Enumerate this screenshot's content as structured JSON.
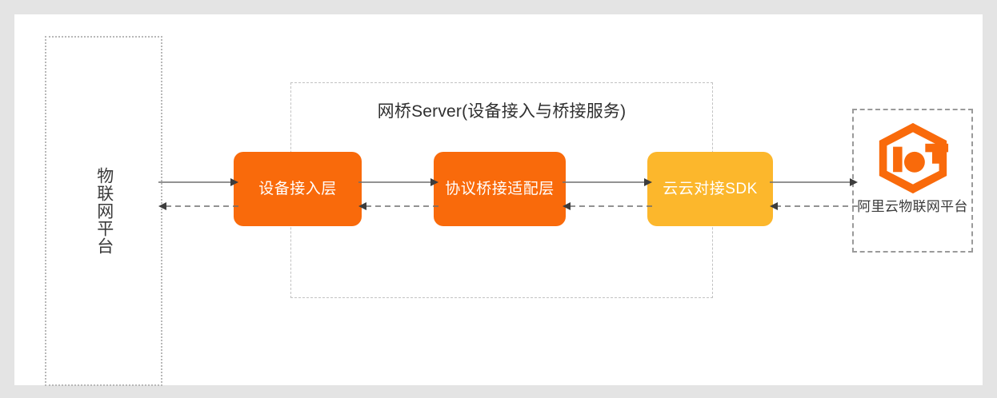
{
  "diagram": {
    "title": "网桥Server(设备接入与桥接服务)",
    "left_platform": {
      "label": "物联网平台"
    },
    "bridge_server": {
      "title": "网桥Server(设备接入与桥接服务)",
      "nodes": [
        {
          "id": "device-access-layer",
          "label": "设备接入层",
          "color": "#f96a0b"
        },
        {
          "id": "protocol-bridge-adapter-layer",
          "label": "协议桥接适配层",
          "color": "#f96a0b"
        },
        {
          "id": "cloud-to-cloud-sdk",
          "label": "云云对接SDK",
          "color": "#fcb72c"
        }
      ]
    },
    "right_platform": {
      "logo": "iot-hexagon-logo",
      "logo_color": "#f96a0b",
      "label": "阿里云物联网平台"
    },
    "connectors": [
      {
        "id": "conn-left-to-access",
        "forward": "solid-arrow-right",
        "backward": "dashed-arrow-left"
      },
      {
        "id": "conn-access-to-bridge",
        "forward": "solid-arrow-right",
        "backward": "dashed-arrow-left"
      },
      {
        "id": "conn-bridge-to-sdk",
        "forward": "solid-arrow-right",
        "backward": "dashed-arrow-left"
      },
      {
        "id": "conn-sdk-to-aliyun",
        "forward": "solid-arrow-right",
        "backward": "dashed-arrow-left"
      }
    ],
    "colors": {
      "canvas": "#ffffff",
      "page": "#e4e4e4",
      "orange": "#f96a0b",
      "amber": "#fcb72c",
      "line": "#6e6e6e",
      "dashed_border": "#c2c2c2"
    }
  }
}
